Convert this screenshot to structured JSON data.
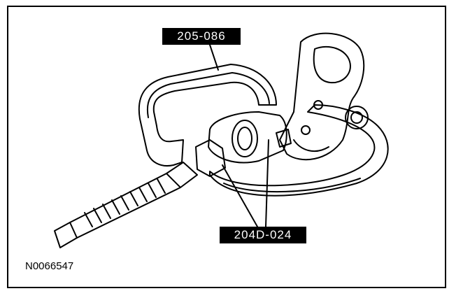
{
  "callouts": {
    "tool_top": "205-086",
    "tool_bottom": "204D-024"
  },
  "figure_id": "N0066547",
  "colors": {
    "ink": "#000000",
    "paper": "#ffffff"
  }
}
